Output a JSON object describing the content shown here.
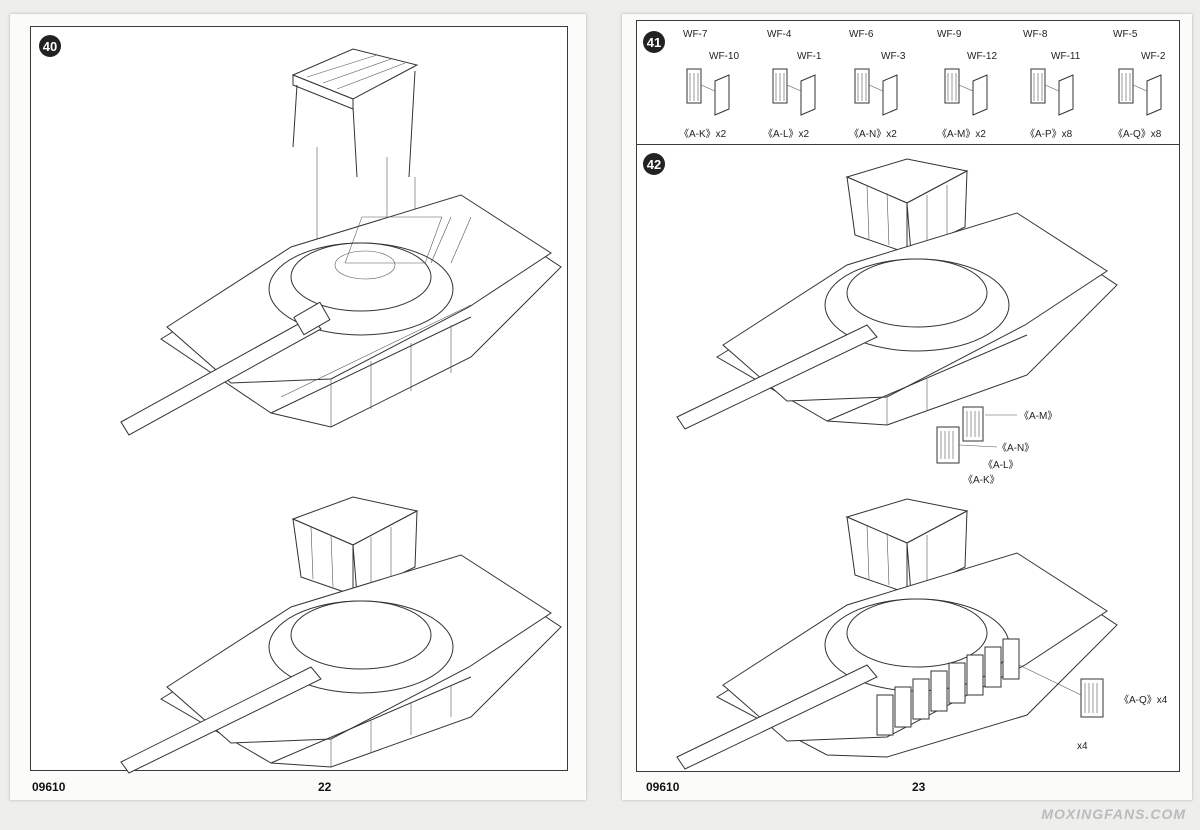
{
  "left_page": {
    "step_40": "40",
    "doc_code": "09610",
    "page_number": "22"
  },
  "right_page": {
    "step_41": "41",
    "step_42": "42",
    "doc_code": "09610",
    "page_number": "23",
    "parts": [
      {
        "a": "WF-7",
        "b": "WF-10",
        "qty": "《A-K》x2"
      },
      {
        "a": "WF-4",
        "b": "WF-1",
        "qty": "《A-L》x2"
      },
      {
        "a": "WF-6",
        "b": "WF-3",
        "qty": "《A-N》x2"
      },
      {
        "a": "WF-9",
        "b": "WF-12",
        "qty": "《A-M》x2"
      },
      {
        "a": "WF-8",
        "b": "WF-11",
        "qty": "《A-P》x8"
      },
      {
        "a": "WF-5",
        "b": "WF-2",
        "qty": "《A-Q》x8"
      }
    ],
    "callouts_top": [
      "《A-M》",
      "《A-N》",
      "《A-L》",
      "《A-K》"
    ],
    "callout_bottom": "《A-Q》x4",
    "callout_bottom_small": "x4"
  },
  "watermark": "MOXINGFANS.COM"
}
